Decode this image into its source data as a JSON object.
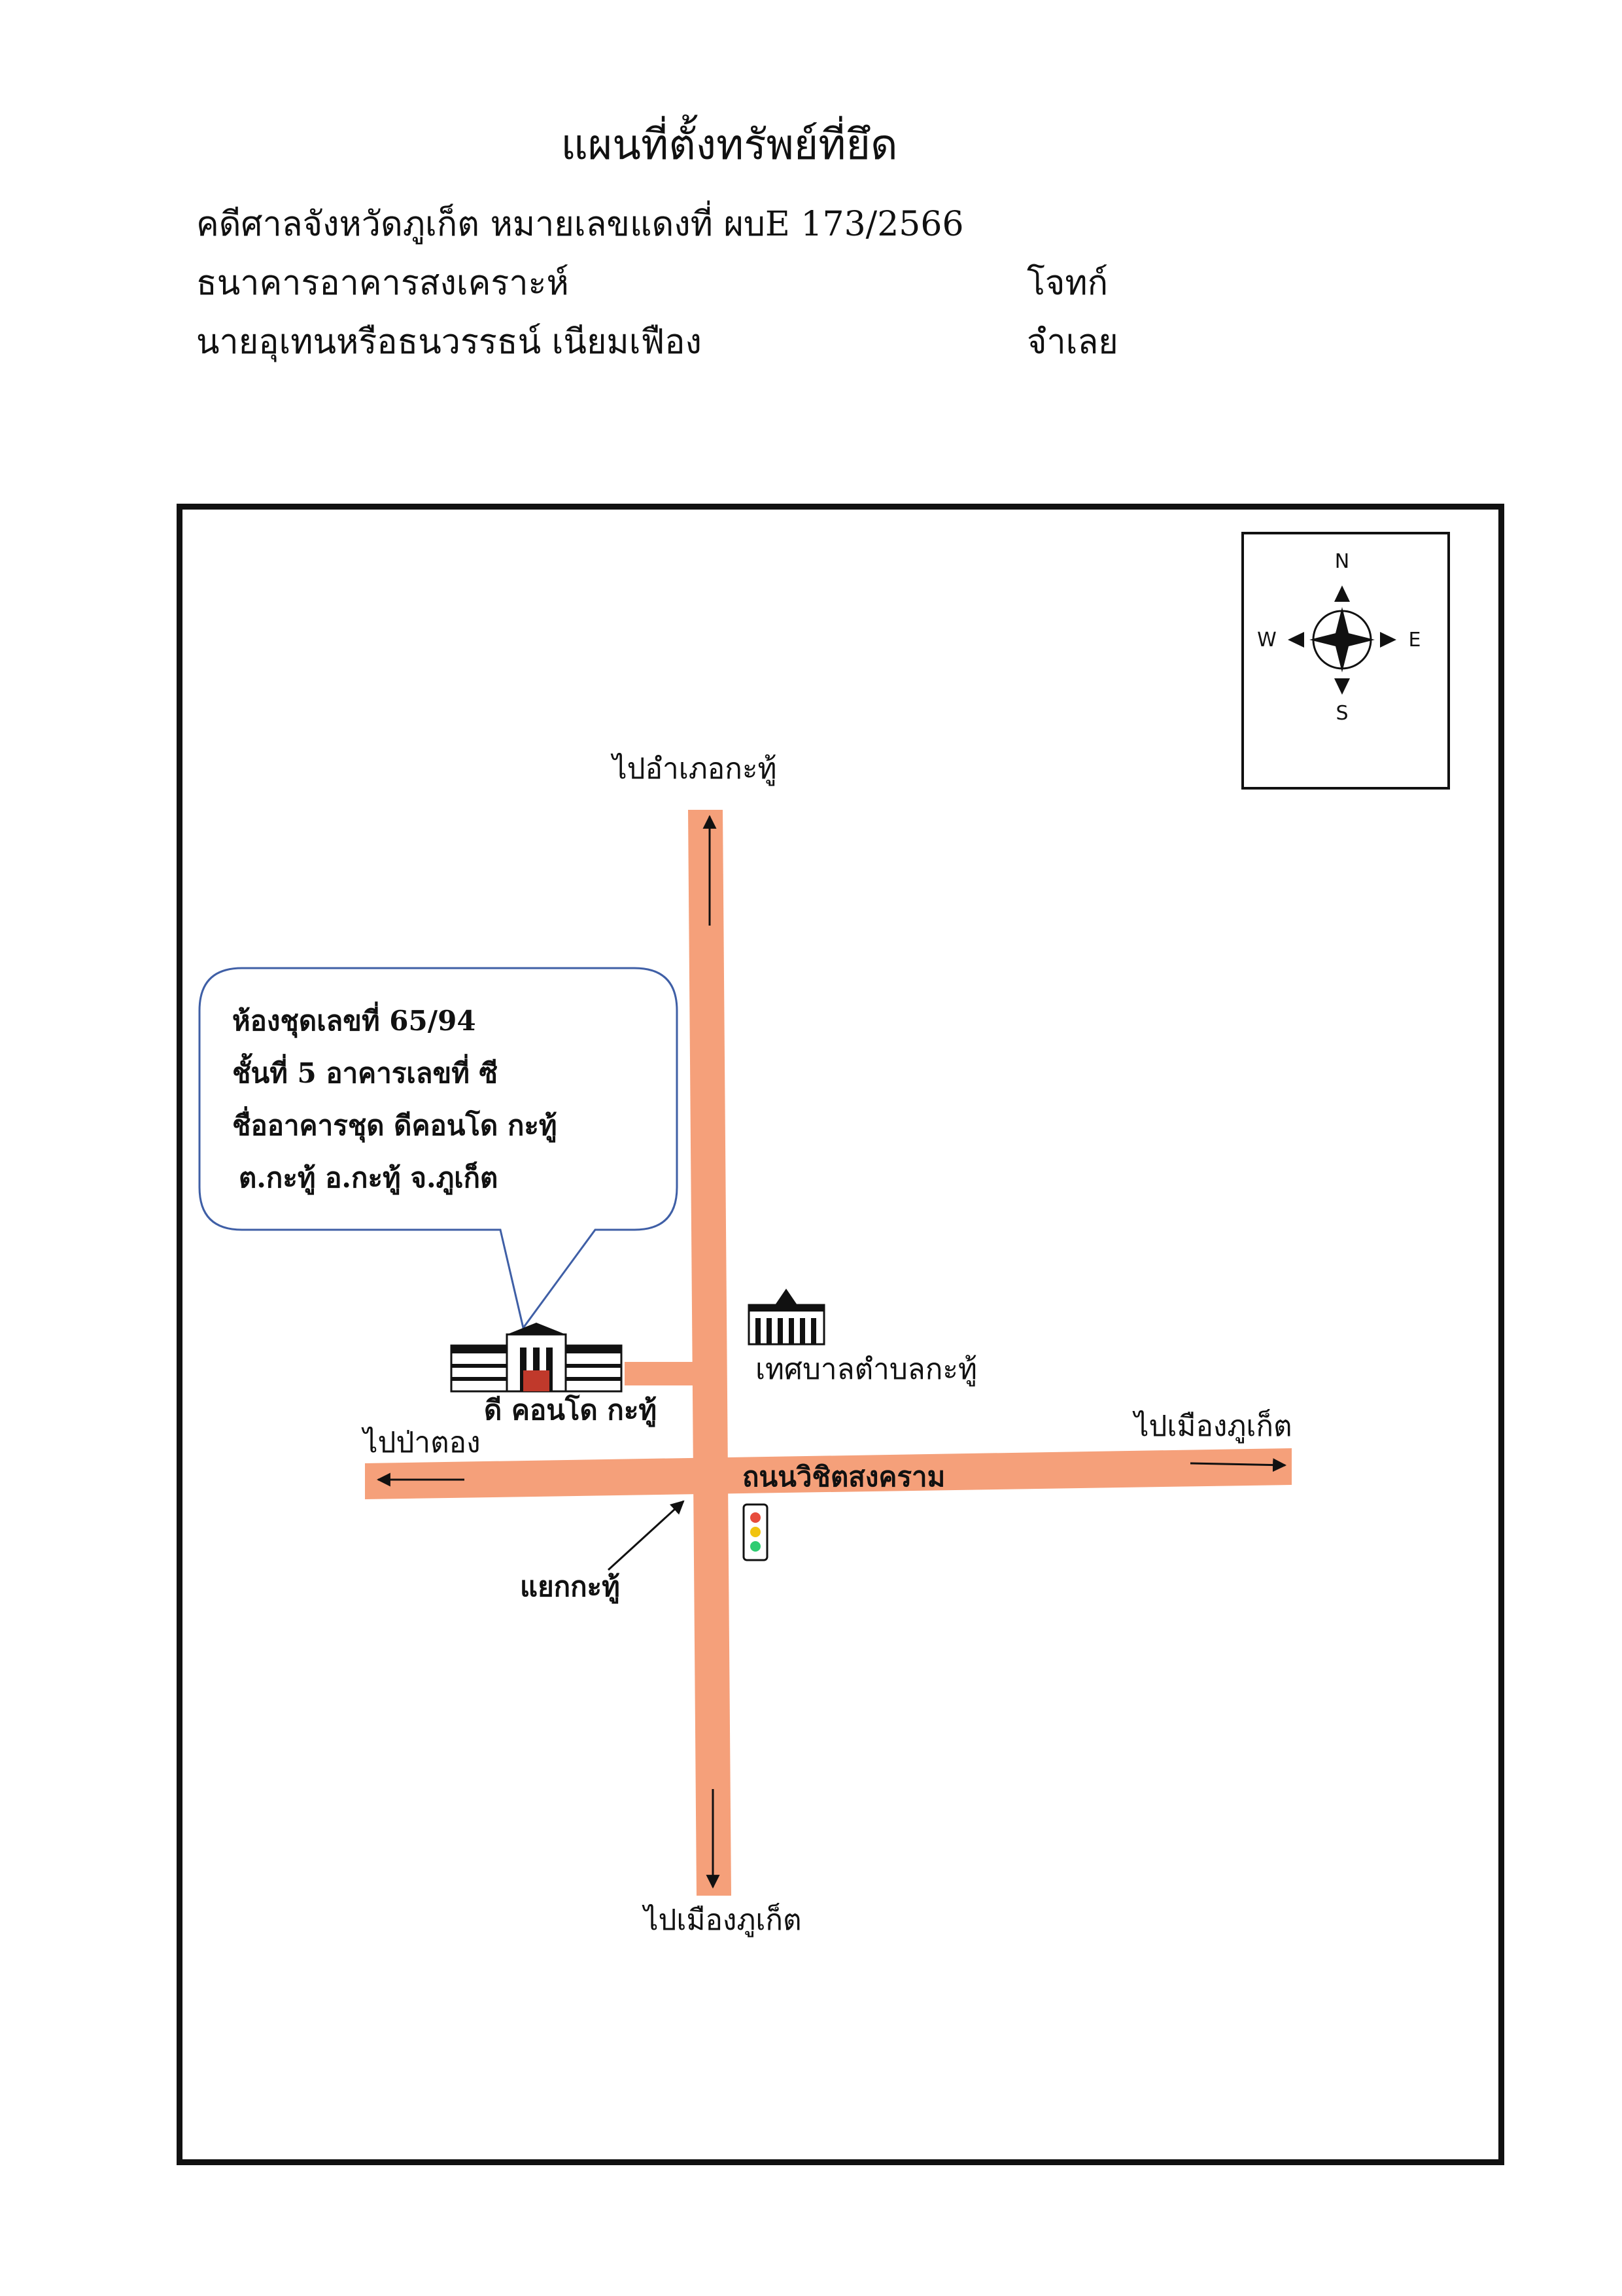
{
  "header": {
    "title": "แผนที่ตั้งทรัพย์ที่ยึด",
    "case_line": "คดีศาลจังหวัดภูเก็ต หมายเลขแดงที่ ผบE 173/2566",
    "plaintiff_name": "ธนาคารอาคารสงเคราะห์",
    "plaintiff_role": "โจทก์",
    "defendant_name": "นายอุเทนหรือธนวรรธน์ เนียมเฟือง",
    "defendant_role": "จำเลย"
  },
  "compass": {
    "north": "N",
    "south": "S",
    "east": "E",
    "west": "W"
  },
  "map": {
    "callout_lines": [
      "ห้องชุดเลขที่ 65/94",
      "ชั้นที่ 5 อาคารเลขที่ ซี",
      "ชื่ออาคารชุด ดีคอนโด กะทู้",
      "ต.กะทู้ อ.กะทู้ จ.ภูเก็ต"
    ],
    "north_label": "ไปอำเภอกะทู้",
    "south_label": "ไปเมืองภูเก็ต",
    "east_label": "ไปเมืองภูเก็ต",
    "west_label": "ไปป่าตอง",
    "road_name": "ถนนวิชิตสงคราม",
    "condo_label": "ดี คอนโด กะทู้",
    "municipality_label": "เทศบาลตำบลกะทู้",
    "junction_label": "แยกกะทู้",
    "road_color": "#f5a07a",
    "callout_border_color": "#3f5fa6"
  }
}
